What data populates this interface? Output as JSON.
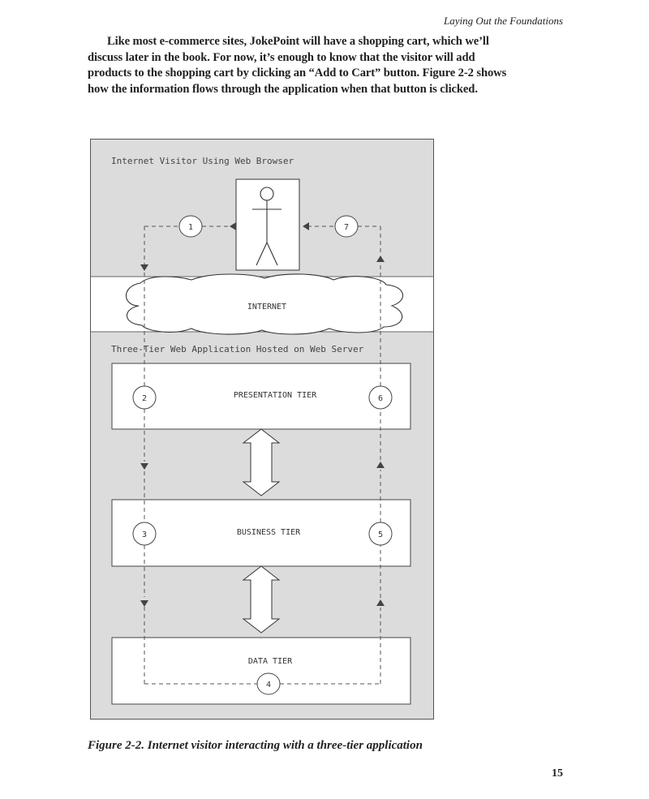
{
  "header": {
    "running_title": "Laying Out the Foundations"
  },
  "body": {
    "paragraph": "Like most e-commerce sites, JokePoint will have a shopping cart, which we’ll discuss later in the book. For now, it’s enough to know that the visitor will add products to the shopping cart by clicking an “Add to Cart” button. Figure 2-2 shows how the information flows through the application when that button is clicked."
  },
  "figure": {
    "visitor_label": "Internet Visitor Using Web Browser",
    "internet_label": "INTERNET",
    "server_label": "Three-Tier Web Application Hosted on Web Server",
    "tiers": {
      "presentation": "PRESENTATION TIER",
      "business": "BUSINESS TIER",
      "data": "DATA TIER"
    },
    "steps": [
      "1",
      "2",
      "3",
      "4",
      "5",
      "6",
      "7"
    ],
    "caption": "Figure 2-2. Internet visitor interacting with a three-tier application"
  },
  "footer": {
    "page_number": "15"
  }
}
